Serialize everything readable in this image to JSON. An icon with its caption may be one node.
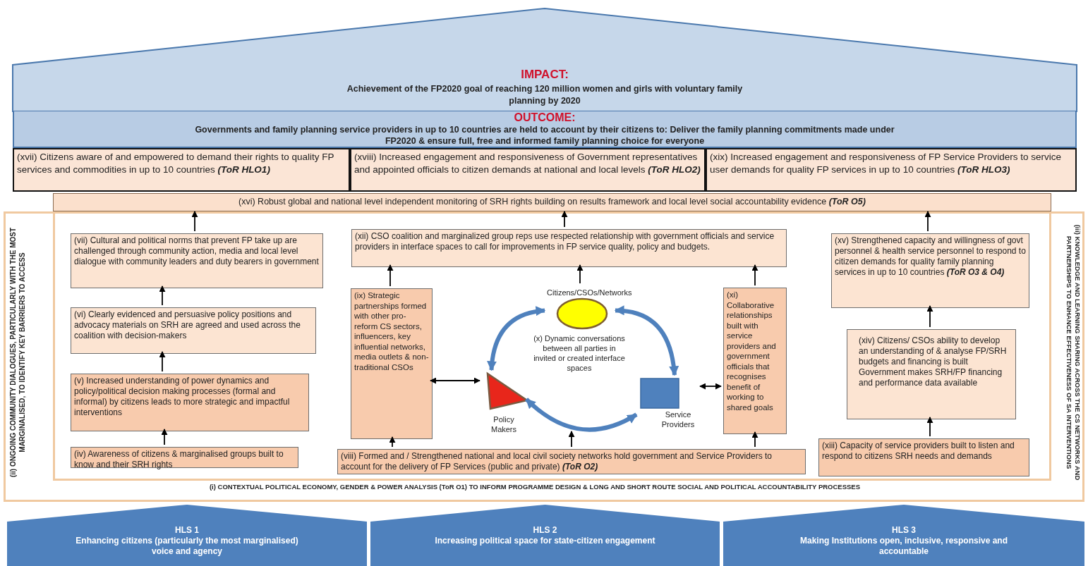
{
  "diagram": {
    "nodes": [
      {
        "text": [
          "IMPACT:",
          "Achievement of the FP2020 goal of reaching 120 million women and girls with voluntary family planning by 2020"
        ]
      },
      {
        "text": [
          "OUTCOME:",
          "Governments and family planning service providers in up to 10 countries are held to account by their citizens to: Deliver the family planning commitments made under FP2020 & ensure full, free and informed family planning choice for everyone"
        ]
      },
      {
        "text": [
          "(xvii) Citizens aware of and empowered to demand their rights to quality FP services and commodities in up to 10 countries **(ToR HLO1)**"
        ]
      },
      {
        "text": [
          "(xviii) Increased engagement and responsiveness of Government representatives and appointed officials to citizen demands at national and local levels **(ToR HLO2)**"
        ]
      },
      {
        "text": [
          "(xix) Increased engagement and responsiveness of FP Service Providers to service user demands for quality FP services in up to 10 countries **(ToR HLO3)**"
        ]
      },
      {
        "text": [
          "(xvi) Robust global and national level independent monitoring of SRH rights building on results framework and local level social accountability evidence **(ToR O5)**"
        ]
      },
      {
        "text": [
          "(ii) ONGOING COMMUNITY DIALOGUES, PARTICULARLY WITH THE MOST MARGINALISED, TO IDENTIFY KEY BARRIERS TO ACCESS",
          "(iii) KNOWLEDGE AND LEARNING SHARING ACROSS THE CS NETWORKS AND PARTNERSHIPS TO ENHANCE EFFECTIVENESS OF SA INTERVENTIONS",
          "(i) CONTEXTUAL POLITICAL ECONOMY, GENDER & POWER ANALYSIS (ToR O1) TO INFORM PROGRAMME DESIGN & LONG AND SHORT ROUTE SOCIAL AND POLITICAL ACCOUNTABILITY PROCESSES"
        ]
      },
      {
        "text": [
          "(vii) Cultural and political norms that prevent FP take up are challenged through community action, media and local level dialogue with community leaders and duty bearers in government"
        ],
        "in": 6
      },
      {
        "text": [
          "(vi) Clearly evidenced and persuasive policy positions and advocacy materials on SRH are agreed and used across the coalition with decision-makers"
        ],
        "in": 6
      },
      {
        "text": [
          "(v) Increased understanding of power dynamics and policy/political decision making processes (formal and informal) by citizens leads to more strategic and impactful interventions"
        ],
        "in": 6
      },
      {
        "text": [
          "(iv) Awareness of citizens & marginalised groups built to know and their SRH rights"
        ],
        "in": 6
      },
      {
        "text": [
          "(xii) CSO coalition and marginalized group reps use respected relationship with government officials and service providers in interface spaces to call for improvements in FP service quality, policy and budgets."
        ],
        "in": 6
      },
      {
        "text": [
          "(ix) Strategic partnerships formed with other pro-reform CS sectors, influencers, key influential networks, media outlets & non-traditional CSOs"
        ],
        "in": 6
      },
      {
        "text": [
          "Citizens/CSOs/Networks"
        ],
        "in": 6
      },
      {
        "text": [
          "(x) Dynamic conversations between all parties in invited or created interface spaces"
        ],
        "in": 6
      },
      {
        "text": [
          "Policy Makers"
        ],
        "in": 6
      },
      {
        "text": [
          "Service Providers"
        ],
        "in": 6
      },
      {
        "text": [
          "(xi) Collaborative relationships built with service providers and government officials that recognises benefit of working to shared goals"
        ],
        "in": 6
      },
      {
        "text": [
          "(viii) Formed and / Strengthened national and local civil society networks hold government and Service Providers to account for the delivery of FP Services (public and private) **(ToR O2)**"
        ],
        "in": 6
      },
      {
        "text": [
          "(xv) Strengthened capacity and willingness of govt personnel & health service personnel to respond to citizen demands for quality family planning services in up to 10 countries **(ToR O3 & O4)**"
        ],
        "in": 6
      },
      {
        "text": [
          "(xiv) Citizens/ CSOs ability to develop an understanding of & analyse FP/SRH budgets and financing is built Government makes SRH/FP financing and performance data available"
        ],
        "in": 6
      },
      {
        "text": [
          "(xiii) Capacity of service providers built to listen and respond to citizens SRH needs and demands"
        ],
        "in": 6
      },
      {
        "text": [
          "HLS 1",
          "Enhancing citizens (particularly the most marginalised) voice and agency"
        ]
      },
      {
        "text": [
          "HLS 2",
          "Increasing political space for state-citizen engagement"
        ]
      },
      {
        "text": [
          "HLS 3",
          "Making Institutions open, inclusive, responsive and accountable"
        ]
      }
    ],
    "edges": [
      {
        "from": 7,
        "to": 5,
        "arrow": "to"
      },
      {
        "from": 11,
        "to": 5,
        "arrow": "to"
      },
      {
        "from": 19,
        "to": 5,
        "arrow": "to"
      },
      {
        "from": 8,
        "to": 7,
        "arrow": "to"
      },
      {
        "from": 9,
        "to": 8,
        "arrow": "to"
      },
      {
        "from": 10,
        "to": 9,
        "arrow": "to"
      },
      {
        "from": 12,
        "to": 11,
        "arrow": "to"
      },
      {
        "from": 13,
        "to": 11,
        "arrow": "to"
      },
      {
        "from": 17,
        "to": 11,
        "arrow": "to"
      },
      {
        "from": 18,
        "to": 12,
        "arrow": "to"
      },
      {
        "from": 18,
        "to": null,
        "arrow": "to"
      },
      {
        "from": 18,
        "to": 17,
        "arrow": "to"
      },
      {
        "from": 12,
        "to": 15,
        "arrow": "both"
      },
      {
        "from": 17,
        "to": 16,
        "arrow": "both"
      },
      {
        "from": 13,
        "to": 15,
        "arrow": "both",
        "style": "thick",
        "color": "#4f81bd"
      },
      {
        "from": 13,
        "to": 16,
        "arrow": "both",
        "style": "thick",
        "color": "#4f81bd"
      },
      {
        "from": 15,
        "to": 16,
        "arrow": "both",
        "style": "thick",
        "color": "#4f81bd"
      },
      {
        "from": 20,
        "to": 19,
        "arrow": "to"
      },
      {
        "from": 21,
        "to": 20,
        "arrow": "to"
      }
    ]
  }
}
